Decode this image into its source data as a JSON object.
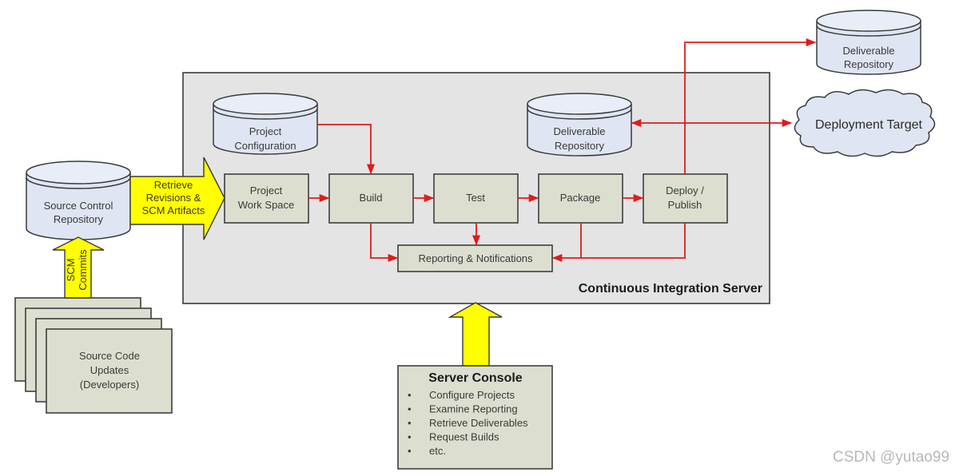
{
  "diagram": {
    "title": "Continuous Integration Server",
    "source_control": {
      "line1": "Source Control",
      "line2": "Repository"
    },
    "retrieve_arrow": {
      "line1": "Retrieve",
      "line2": "Revisions &",
      "line3": "SCM Artifacts"
    },
    "scm_arrow": {
      "line1": "SCM",
      "line2": "Commits"
    },
    "source_updates": {
      "line1": "Source Code",
      "line2": "Updates",
      "line3": "(Developers)"
    },
    "project_config": {
      "line1": "Project",
      "line2": "Configuration"
    },
    "internal_deliverable_repo": {
      "line1": "Deliverable",
      "line2": "Repository"
    },
    "external_deliverable_repo": {
      "line1": "Deliverable",
      "line2": "Repository"
    },
    "deployment_target": {
      "label": "Deployment Target"
    },
    "stages": [
      {
        "line1": "Project",
        "line2": "Work Space"
      },
      {
        "line1": "Build",
        "line2": ""
      },
      {
        "line1": "Test",
        "line2": ""
      },
      {
        "line1": "Package",
        "line2": ""
      },
      {
        "line1": "Deploy /",
        "line2": "Publish"
      }
    ],
    "reporting": {
      "label": "Reporting & Notifications"
    },
    "server_console": {
      "title": "Server Console",
      "items": [
        "Configure Projects",
        "Examine Reporting",
        "Retrieve Deliverables",
        "Request Builds",
        "etc."
      ],
      "bullet": "•"
    },
    "colors": {
      "flow_arrow": "#e01b1b",
      "highlight_arrow": "#ffff00",
      "box_fill": "#dcdfcf",
      "repo_fill": "#dfe5f2",
      "server_fill": "#e4e4e4"
    }
  },
  "watermark": "CSDN @yutao99"
}
